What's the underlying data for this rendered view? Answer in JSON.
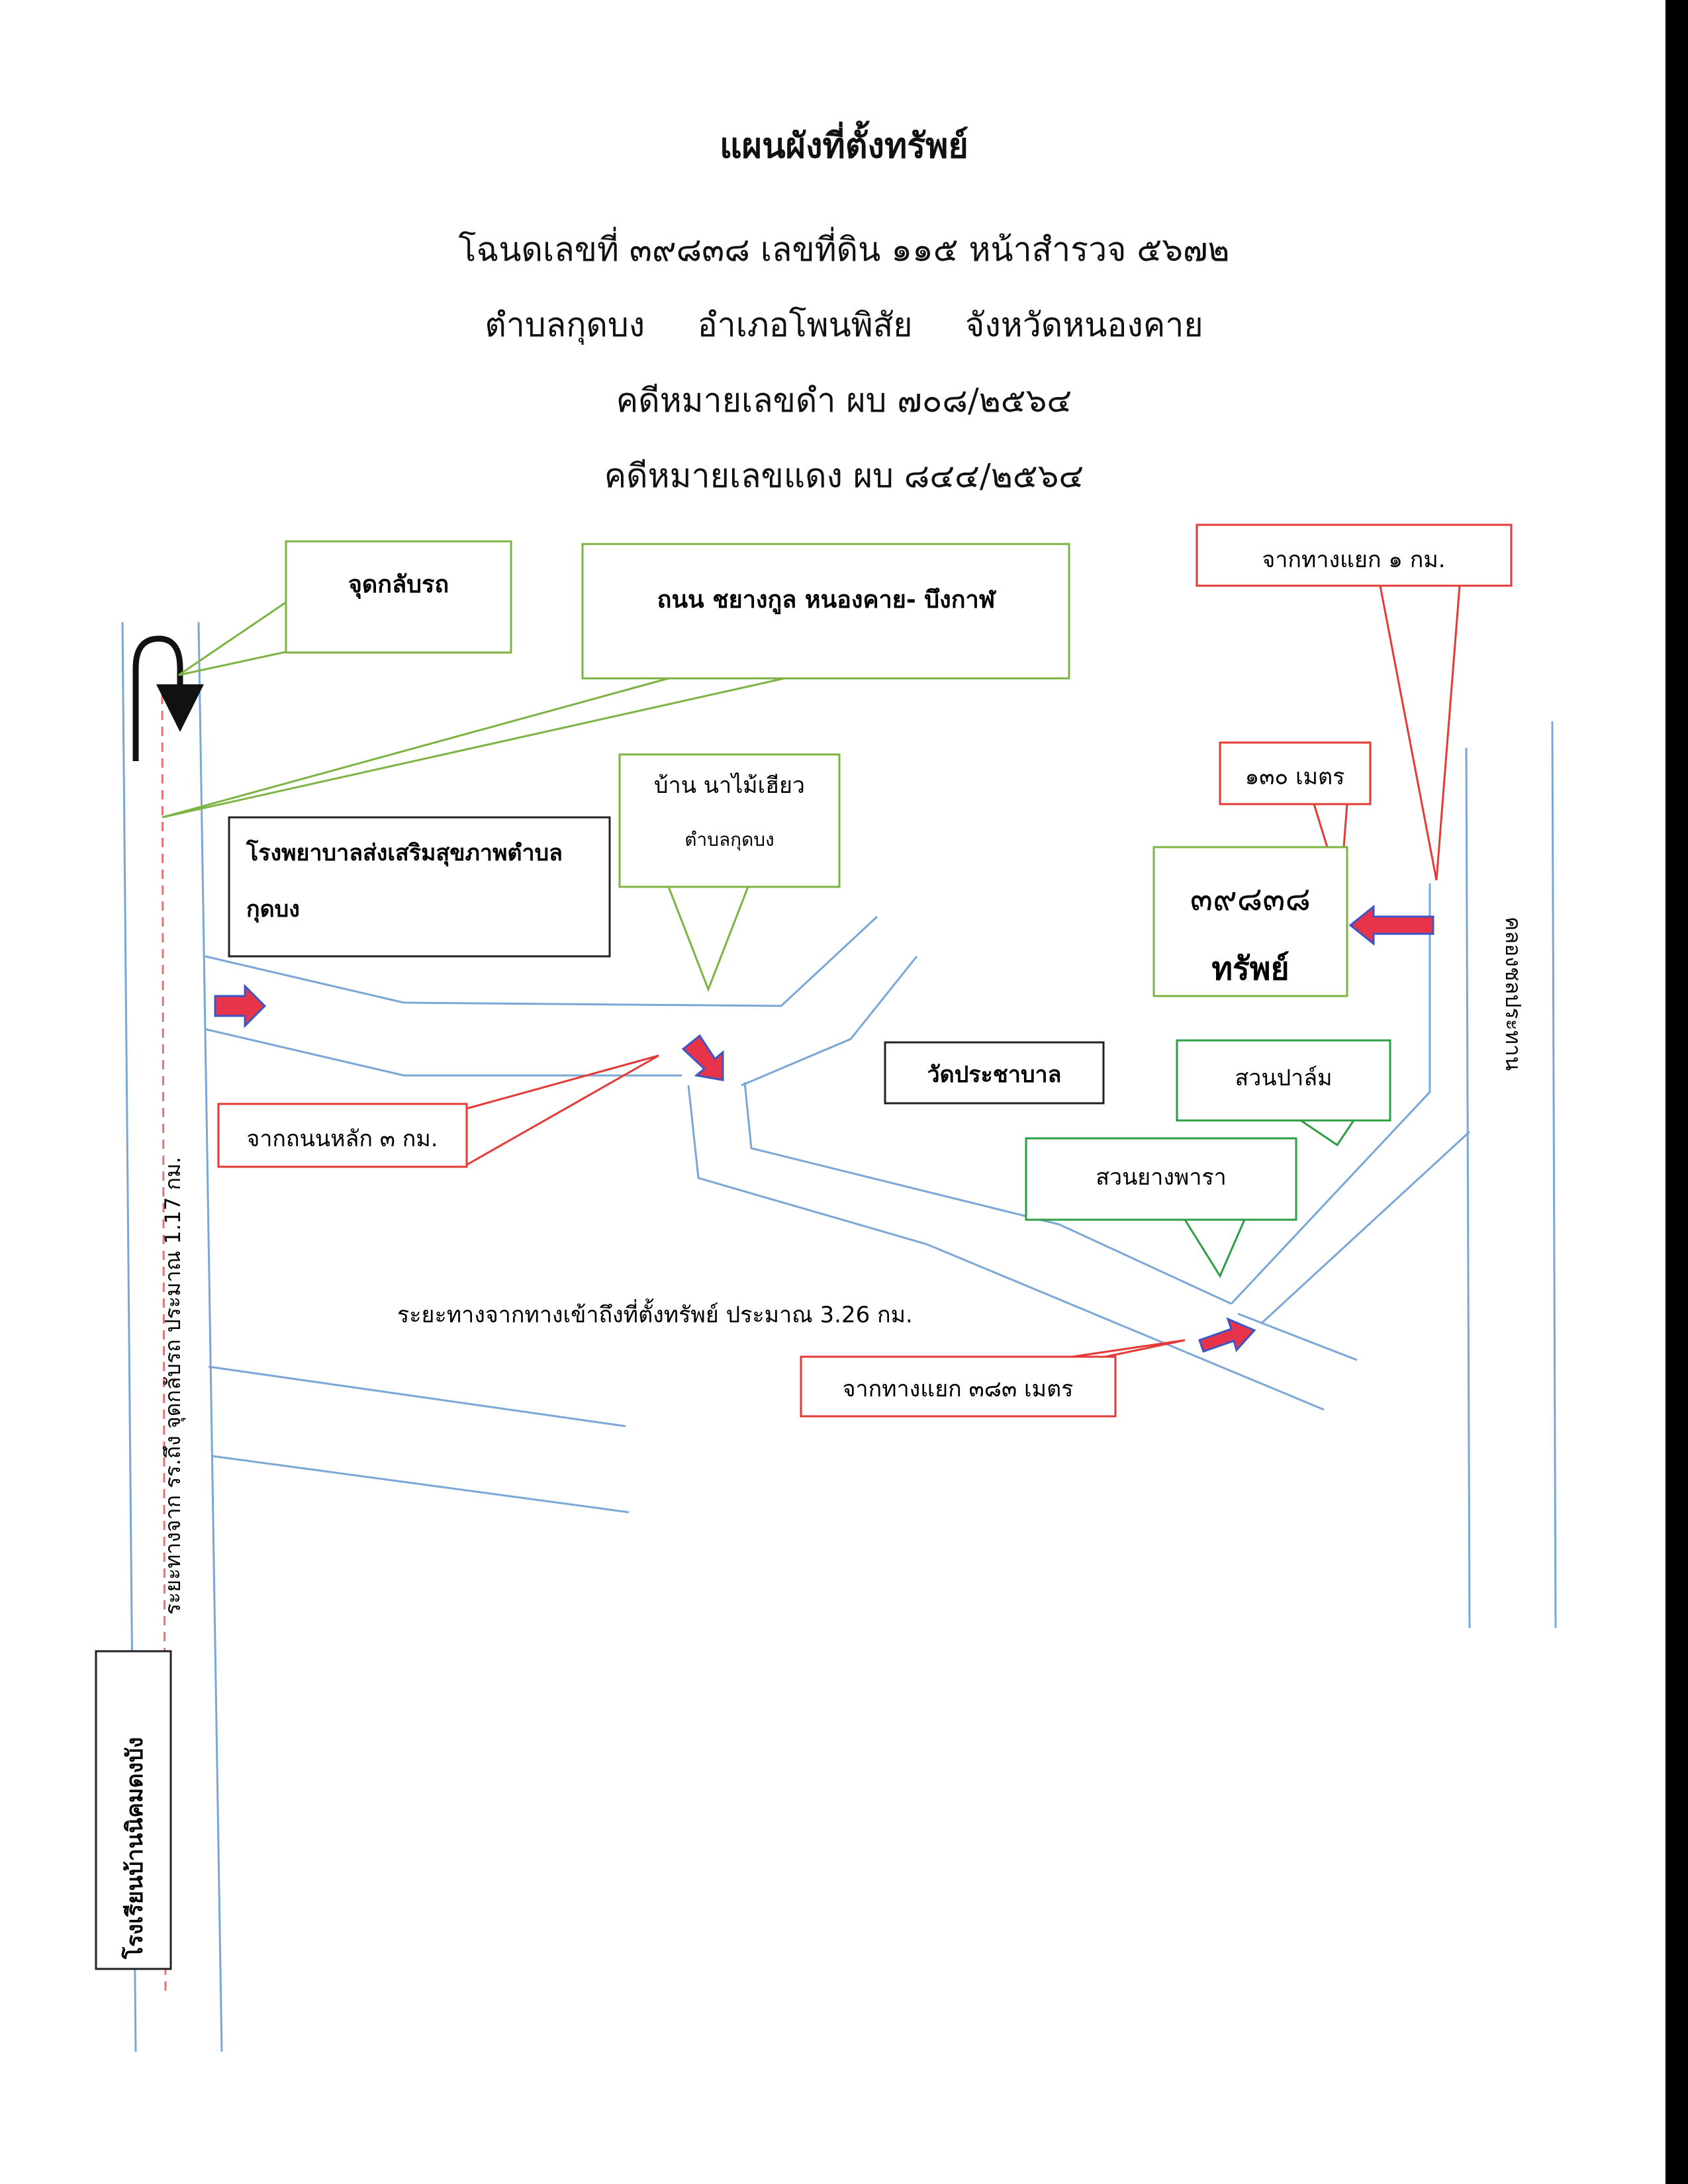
{
  "header": {
    "title": "แผนผังที่ตั้งทรัพย์",
    "deed_line": "โฉนดเลขที่ ๓๙๘๓๘ เลขที่ดิน ๑๑๕ หน้าสำรวจ ๕๖๗๒",
    "location_line": "ตำบลกุดบง     อำเภอโพนพิสัย     จังหวัดหนองคาย",
    "black_case_line": "คดีหมายเลขดำ ผบ ๗๐๘/๒๕๖๔",
    "red_case_line": "คดีหมายเลขแดง ผบ ๘๔๔/๒๕๖๔"
  },
  "map": {
    "u_turn": "จุดกลับรถ",
    "main_road": "ถนน ชยางกูล หนองคาย- บึงกาฬ",
    "from_junction_1km": "จากทางแยก ๑ กม.",
    "village_name": "บ้าน นาไม้เฮียว",
    "village_subdistrict": "ตำบลกุดบง",
    "distance_130m": "๑๓๐ เมตร",
    "hospital_line1": "โรงพยาบาลส่งเสริมสุขภาพตำบล",
    "hospital_line2": "กุดบง",
    "property_number": "๓๙๘๓๘",
    "property_word": "ทรัพย์",
    "irrigation_canal": "คลองชลประทาน",
    "temple": "วัดประชาบาล",
    "palm_garden": "สวนปาล์ม",
    "from_main_road_3km": "จากถนนหลัก ๓ กม.",
    "rubber_garden": "สวนยางพารา",
    "distance_to_property": "ระยะทางจากทางเข้าถึงที่ตั้งทรัพย์ ประมาณ 3.26 กม.",
    "from_junction_383m": "จากทางแยก ๓๘๓ เมตร",
    "distance_school_uturn": "ระยะทางจาก รร.ถึง จุดกลับรถ ประมาณ 1.17 กม.",
    "school": "โรงเรียนบ้านนิคมดงบัง"
  },
  "colors": {
    "road": "#7aa7d8",
    "green_box": "#7cb342",
    "red_box": "#e53935",
    "black_box": "#222222",
    "arrow_fill": "#e8344a",
    "arrow_outline": "#3a56c6",
    "dashed_line": "#e57373"
  }
}
